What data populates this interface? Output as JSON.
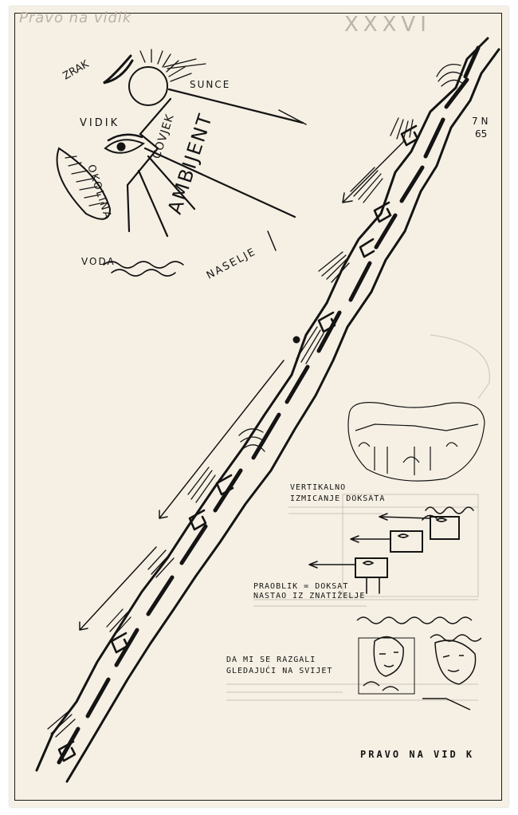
{
  "pencil_title": "Pravo na vidik",
  "pencil_number": "XXXVI",
  "date_mark": {
    "line1": "7 N",
    "line2": "65"
  },
  "sun_diagram": {
    "zrak": "ZRAK",
    "sunce": "SUNCE",
    "vidik": "VIDIK",
    "covjek": "COVJEK",
    "okolina": "OKOLINA",
    "ambijent": "AMBIJENT",
    "voda": "VODA",
    "naselje": "NASELJE"
  },
  "notes": {
    "vertikalno_1": "VERTIKALNO",
    "vertikalno_2": "IZMICANJE DOKSATA",
    "praoblik_1": "PRAOBLIK = DOKSAT",
    "praoblik_2": "NASTAO IZ ZNATIŽELJE",
    "razgali_1": "DA MI SE RAZGALI",
    "razgali_2": "GLEDAJUĆI NA SVIJET"
  },
  "caption": "PRAVO NA VID K",
  "colors": {
    "paper": "#f6f0e4",
    "ink": "#141414",
    "pencil": "#b9b3a8"
  }
}
